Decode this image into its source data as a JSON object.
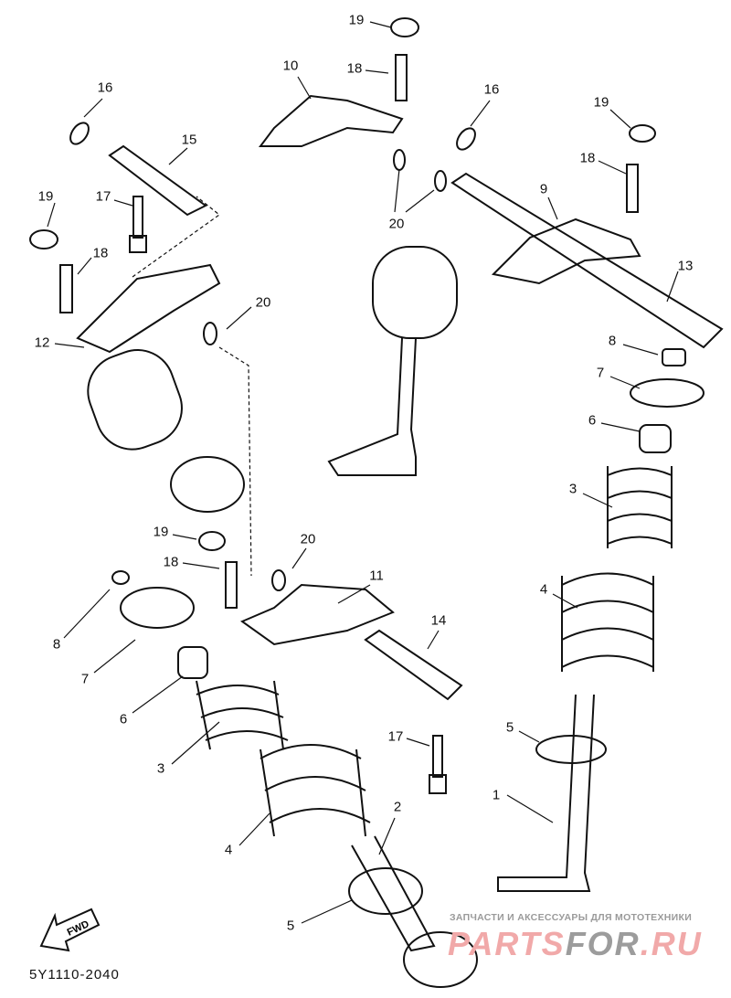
{
  "diagram": {
    "part_code": "5Y1110-2040",
    "forward_label": "FWD",
    "callouts": [
      "19",
      "10",
      "18",
      "16",
      "15",
      "16",
      "19",
      "18",
      "9",
      "20",
      "19",
      "17",
      "18",
      "13",
      "20",
      "12",
      "8",
      "7",
      "6",
      "3",
      "19",
      "20",
      "18",
      "11",
      "4",
      "14",
      "8",
      "7",
      "6",
      "5",
      "17",
      "3",
      "1",
      "2",
      "4",
      "5"
    ]
  },
  "watermark": {
    "tagline": "ЗАПЧАСТИ И АКСЕССУАРЫ ДЛЯ МОТОТЕХНИКИ",
    "brand_a": "PARTS",
    "brand_b": "FOR",
    ".ru": "",
    "brand_c": ".RU"
  }
}
